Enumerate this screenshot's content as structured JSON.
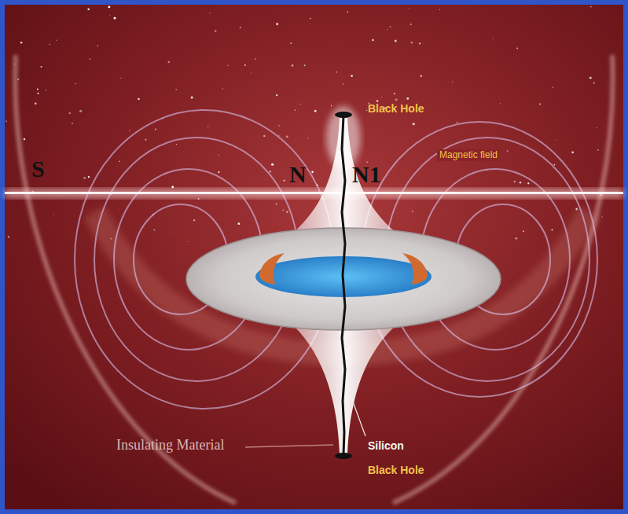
{
  "diagram": {
    "labels": [
      "S",
      "N",
      "N1",
      "Black Hole",
      "Magnetic field",
      "Insulating Material",
      "Silicon",
      "Black Hole"
    ]
  }
}
